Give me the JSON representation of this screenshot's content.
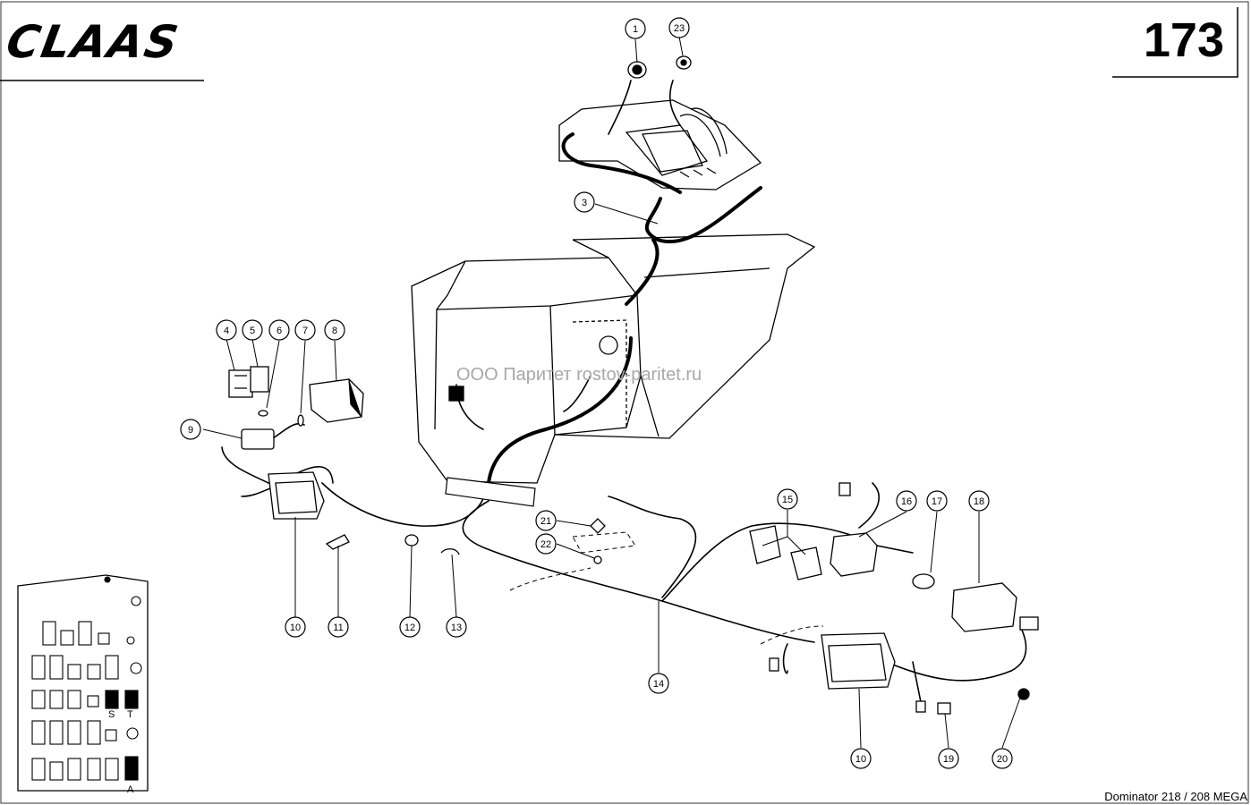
{
  "header": {
    "brand": "CLAAS",
    "page_number": "173"
  },
  "footer": {
    "model": "Dominator 218 / 208 MEGA"
  },
  "watermark": "ООО Паритет  rostov-paritet.ru",
  "callouts": [
    "1",
    "23",
    "3",
    "4",
    "5",
    "6",
    "7",
    "8",
    "9",
    "10",
    "11",
    "12",
    "13",
    "14",
    "15",
    "16",
    "17",
    "18",
    "19",
    "20",
    "21",
    "22",
    "10"
  ],
  "legend_panel": {
    "labels": [
      "S",
      "T",
      "A"
    ]
  }
}
